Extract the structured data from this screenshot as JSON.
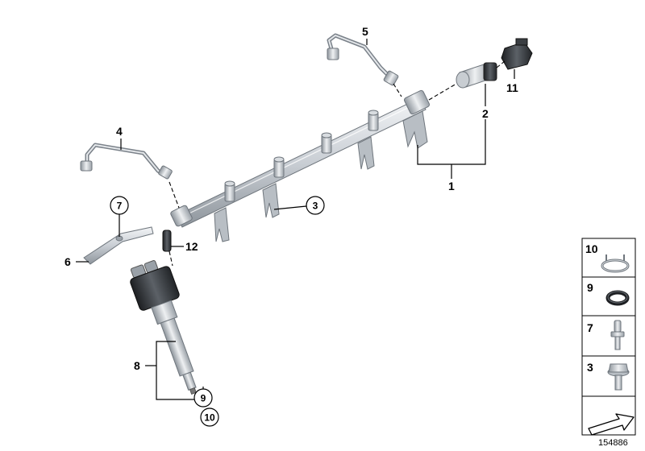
{
  "callouts": {
    "c1": "1",
    "c2": "2",
    "c3": "3",
    "c4": "4",
    "c5": "5",
    "c6": "6",
    "c7": "7",
    "c8": "8",
    "c9": "9",
    "c10": "10",
    "c11": "11",
    "c12": "12"
  },
  "legend": {
    "items": [
      {
        "label": "10",
        "icon": "retaining-ring-icon"
      },
      {
        "label": "9",
        "icon": "seal-ring-icon"
      },
      {
        "label": "7",
        "icon": "stud-bolt-icon"
      },
      {
        "label": "3",
        "icon": "hex-bolt-icon"
      }
    ],
    "footer_icon": "forward-arrow-icon"
  },
  "diagram_id": "154886"
}
